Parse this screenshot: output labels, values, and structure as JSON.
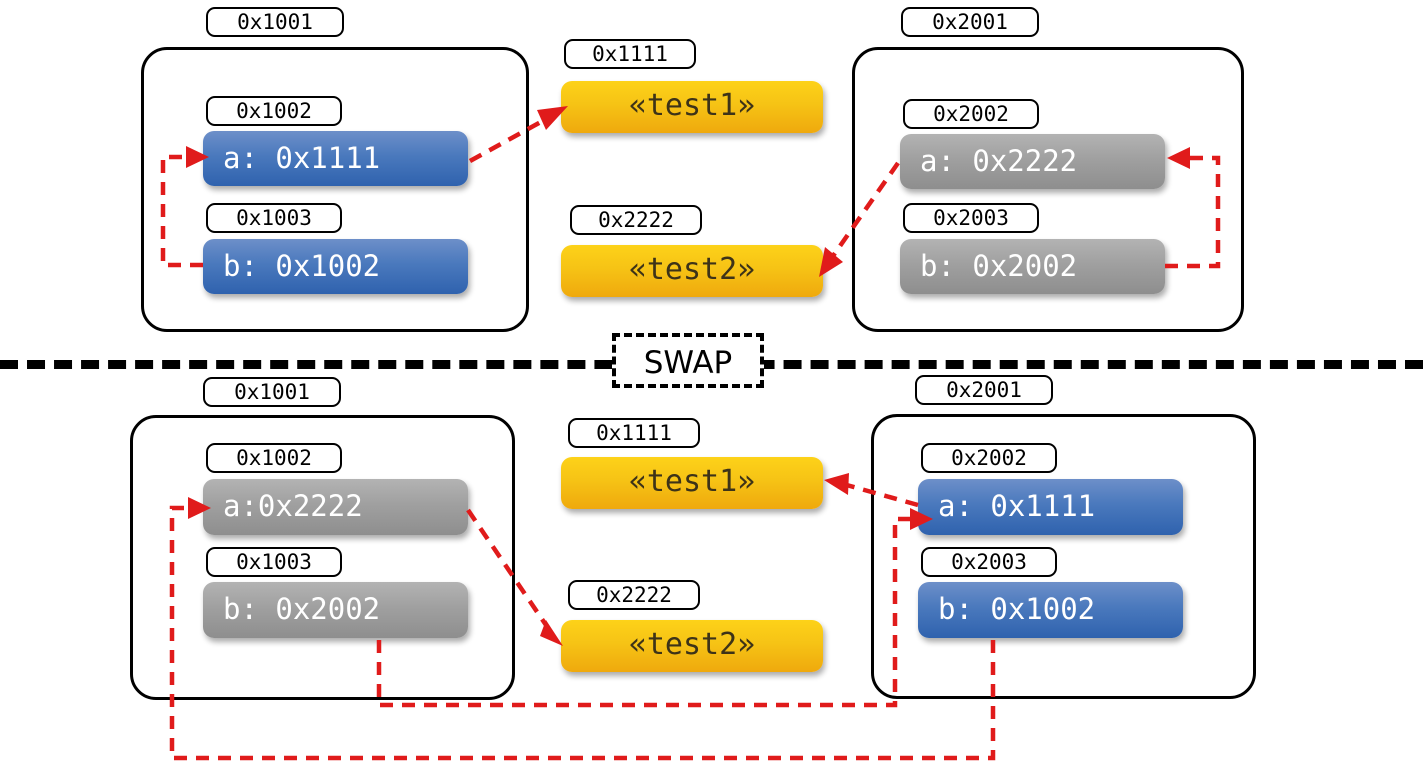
{
  "diagram": {
    "title_label": "SWAP",
    "accent_arrow_color": "#e01b1b",
    "blue_block_color": "#4a79bd",
    "gray_block_color": "#a0a0a0",
    "yellow_block_color": "#f6c315",
    "divider_color": "#000000"
  },
  "before": {
    "left_block": {
      "address": "0x1001",
      "slots": [
        {
          "address": "0x1002",
          "text": "a: 0x1111",
          "color": "blue"
        },
        {
          "address": "0x1003",
          "text": "b: 0x1002",
          "color": "blue"
        }
      ]
    },
    "right_block": {
      "address": "0x2001",
      "slots": [
        {
          "address": "0x2002",
          "text": "a: 0x2222",
          "color": "gray"
        },
        {
          "address": "0x2003",
          "text": "b: 0x2002",
          "color": "gray"
        }
      ]
    },
    "strings": [
      {
        "address": "0x1111",
        "text": "«test1»",
        "color": "yellow"
      },
      {
        "address": "0x2222",
        "text": "«test2»",
        "color": "yellow"
      }
    ]
  },
  "after": {
    "left_block": {
      "address": "0x1001",
      "slots": [
        {
          "address": "0x1002",
          "text": "a:0x2222",
          "color": "gray"
        },
        {
          "address": "0x1003",
          "text": "b: 0x2002",
          "color": "gray"
        }
      ]
    },
    "right_block": {
      "address": "0x2001",
      "slots": [
        {
          "address": "0x2002",
          "text": "a: 0x1111",
          "color": "blue"
        },
        {
          "address": "0x2003",
          "text": "b: 0x1002",
          "color": "blue"
        }
      ]
    },
    "strings": [
      {
        "address": "0x1111",
        "text": "«test1»",
        "color": "yellow"
      },
      {
        "address": "0x2222",
        "text": "«test2»",
        "color": "yellow"
      }
    ]
  }
}
